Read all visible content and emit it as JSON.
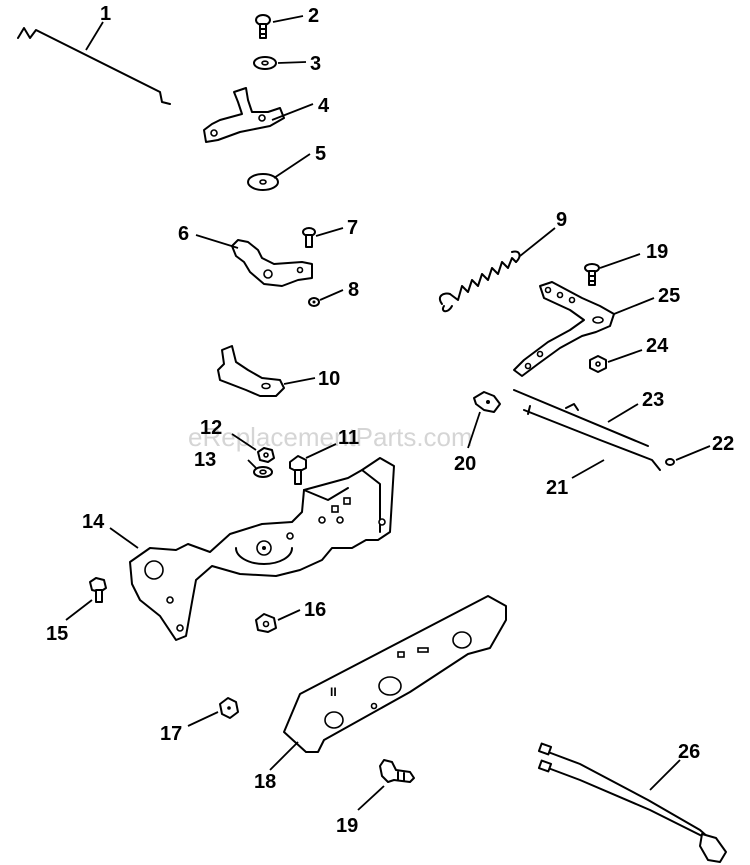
{
  "watermark": "eReplacementParts.com",
  "panel_mark": "II",
  "callouts": {
    "c1": "1",
    "c2": "2",
    "c3": "3",
    "c4": "4",
    "c5": "5",
    "c6": "6",
    "c7": "7",
    "c8": "8",
    "c9": "9",
    "c10": "10",
    "c11": "11",
    "c12": "12",
    "c13": "13",
    "c14": "14",
    "c15": "15",
    "c16": "16",
    "c17": "17",
    "c18": "18",
    "c19a": "19",
    "c19b": "19",
    "c20": "20",
    "c21": "21",
    "c22": "22",
    "c23": "23",
    "c24": "24",
    "c25": "25",
    "c26": "26"
  }
}
